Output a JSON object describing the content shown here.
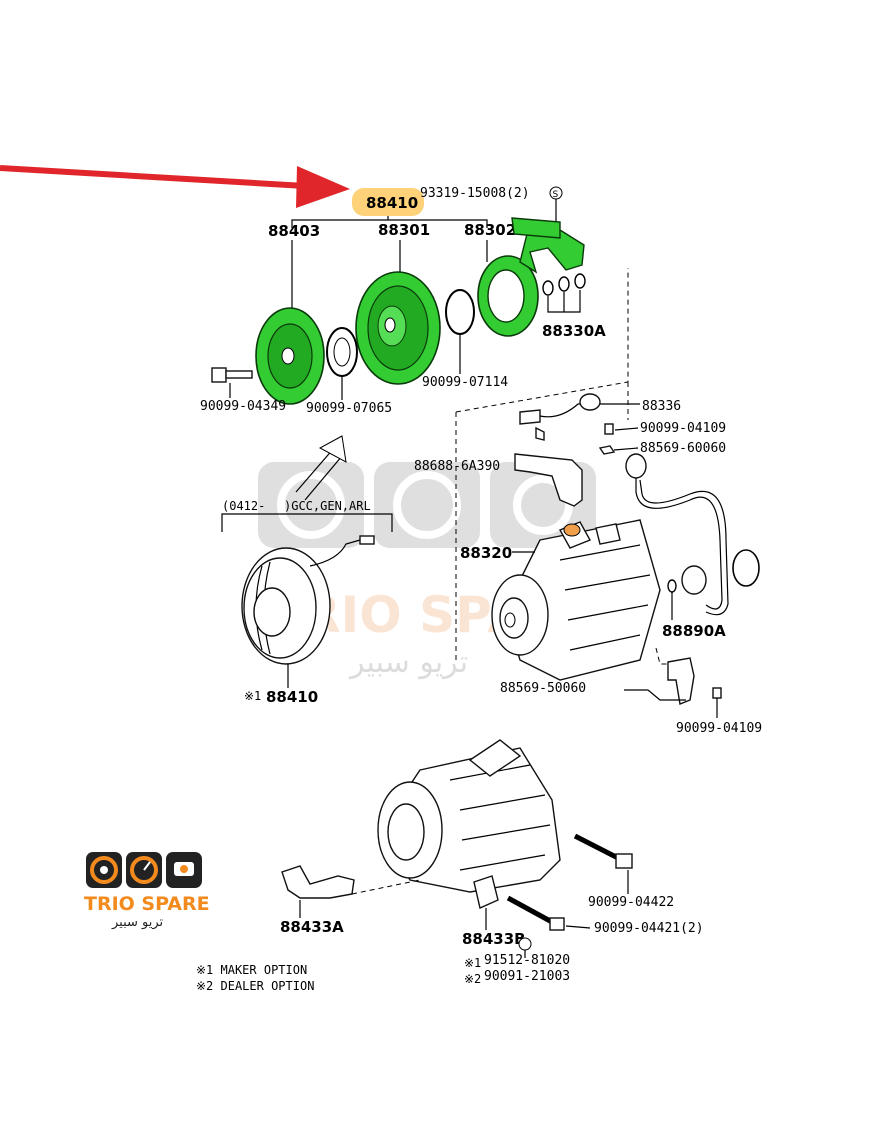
{
  "highlight": {
    "part_number": "88410",
    "color": "#ffd27a"
  },
  "arrow_color": "#e0262a",
  "highlight_green": "#33cc33",
  "labels": {
    "screw": "93319-15008(2)",
    "plate": "88403",
    "pulley": "88301",
    "coil": "88302",
    "washers": "88330A",
    "bolt_front": "90099-04349",
    "shim": "90099-07065",
    "snap_ring": "90099-07114",
    "switch": "88336",
    "bolt_switch": "90099-04109",
    "clip_switch": "88569-60060",
    "bracket": "88688-6A390",
    "compressor": "88320",
    "valve": "88890A",
    "clip_low": "88569-50060",
    "bolt_low": "90099-04109",
    "clutch_assy_marker": "※1",
    "clutch_assy": "88410",
    "bolt_long": "90099-04422",
    "bolt_long2": "90099-04421(2)",
    "bracket_a": "88433A",
    "bracket_b": "88433B",
    "note1_marker": "※1",
    "note1_part": "91512-81020",
    "note2_marker": "※2",
    "note2_part": "90091-21003",
    "range_left": "(0412-",
    "range_right": ")GCC,GEN,ARL"
  },
  "footnotes": {
    "n1": "※1 MAKER OPTION",
    "n2": "※2 DEALER OPTION"
  },
  "logo": {
    "name": "TRIO SPARE",
    "arabic": "تريو سبير",
    "brand_orange": "#f28a1e",
    "brand_dark": "#222222"
  },
  "watermark": {
    "name": "TRIO SPARE",
    "arabic": "تريو سبير"
  }
}
